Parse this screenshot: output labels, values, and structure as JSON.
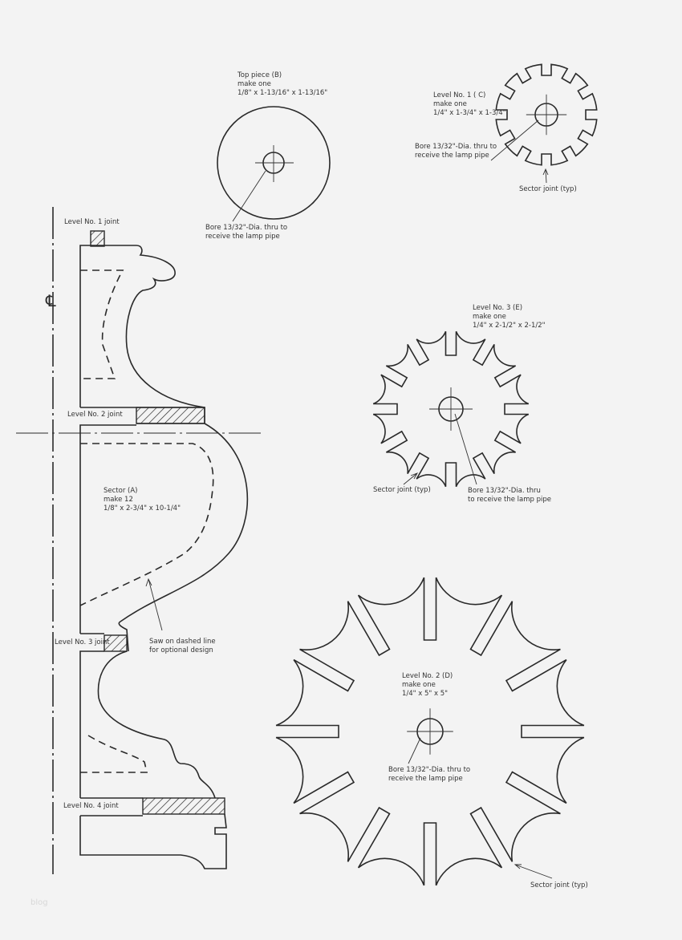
{
  "top_piece": {
    "lines": [
      "Top piece (B)",
      "make one",
      "1/8\" x 1-13/16\" x 1-13/16\""
    ],
    "bore": [
      "Bore 13/32\"-Dia. thru to",
      "receive the lamp pipe"
    ]
  },
  "level1": {
    "lines": [
      "Level No. 1 ( C)",
      "make one",
      "1/4\" x 1-3/4\" x 1-3/4\""
    ],
    "bore": [
      "Bore 13/32\"-Dia. thru to",
      "receive the lamp pipe"
    ],
    "joint": "Sector joint (typ)"
  },
  "level3": {
    "lines": [
      "Level No. 3 (E)",
      "make one",
      "1/4\" x 2-1/2\" x 2-1/2\""
    ],
    "bore": [
      "Bore 13/32\"-Dia. thru",
      "to receive the lamp pipe"
    ],
    "joint": "Sector joint (typ)"
  },
  "level2": {
    "lines": [
      "Level No. 2 (D)",
      "make one",
      "1/4\" x 5\" x 5\""
    ],
    "bore": [
      "Bore 13/32\"-Dia. thru to",
      "receive the lamp pipe"
    ],
    "joint": "Sector joint (typ)"
  },
  "profile": {
    "centerline_symbol": "℄",
    "joint1": "Level No. 1 joint",
    "joint2": "Level No. 2 joint",
    "joint3": "Level No. 3 joint",
    "joint4": "Level No. 4 joint",
    "sector": [
      "Sector (A)",
      "make 12",
      "1/8\" x 2-3/4\" x 10-1/4\""
    ],
    "saw": [
      "Saw on dashed line",
      "for optional design"
    ]
  },
  "watermark": "blog",
  "colors": {
    "ink": "#2a2a2a",
    "paper": "#f3f3f3"
  }
}
